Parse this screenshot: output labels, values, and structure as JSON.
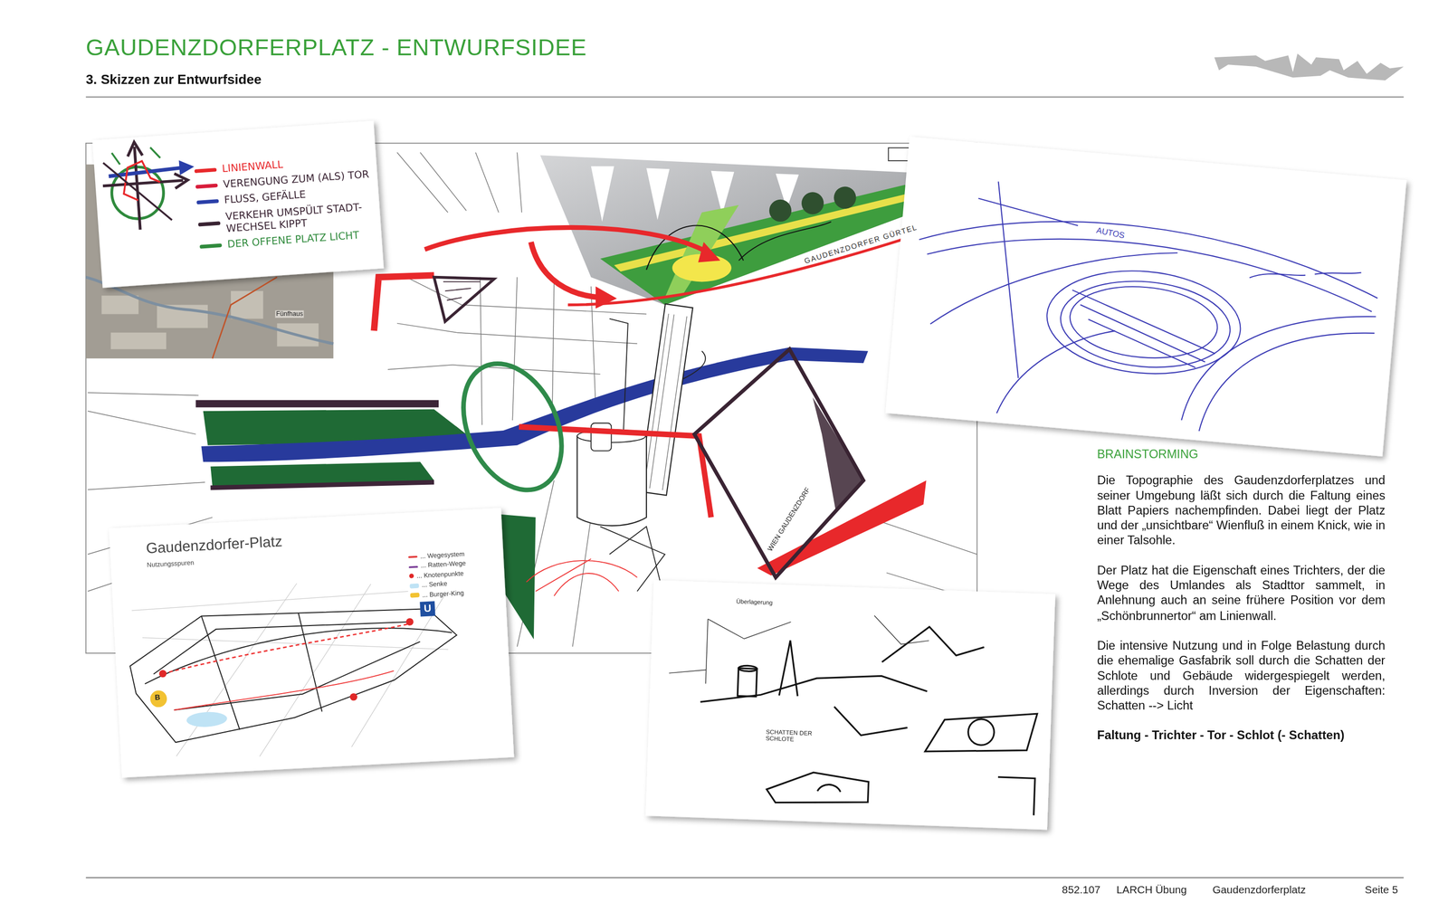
{
  "diagram": {
    "title": "GAUDENZDORFERPLATZ - ENTWURFSIDEE",
    "nodes": [
      {
        "text": [
          "Gaudenzdorfer-Platz",
          "Nutzungsspuren"
        ]
      }
    ],
    "labels": [
      "3. Skizzen zur Entwurfsidee",
      "BRAINSTORMING",
      "Die Topographie des Gaudenzdorferplatzes und seiner Umgebung läßt sich durch die Faltung eines Blatt Papiers nachempfinden. Dabei liegt der Platz und der „unsichtbare“ Wienfluß in einem Knick, wie in einer Talsohle.",
      "Der Platz hat die Eigenschaft eines Trichters, der die Wege des Umlandes als Stadttor sammelt, in Anlehnung auch an seine frühere Position vor dem „Schönbrunnertor“ am Linienwall.",
      "Die intensive Nutzung und in Folge Belastung durch die ehemalige Gasfabrik soll durch die Schatten der Schlote und Gebäude widergespiegelt werden, allerdings durch Inversion der Eigenschaften: Schatten --> Licht",
      "Faltung - Trichter - Tor - Schlot (- Schatten)",
      "852.107",
      "LARCH Übung",
      "Gaudenzdorferplatz",
      "Seite 5",
      "GAUDENZDORFER GÜRTEL",
      "WIEN GAUDENZDORF",
      "Fünfhaus",
      "AUTOS",
      "SCHATTEN DER SCHLOTE",
      "Überlagerung",
      "U",
      "B"
    ],
    "legend": [
      {
        "text": "LINIENWALL",
        "color": "#e8282b"
      },
      {
        "text": "VERENGUNG ZUM (ALS) TOR",
        "color": "#d81e3c"
      },
      {
        "text": "FLUSS, GEFÄLLE",
        "color": "#2a3fa8"
      },
      {
        "text": "VERKEHR UMSPÜLT STADT-WECHSEL KIPPT",
        "color": "#3a2433"
      },
      {
        "text": "DER OFFENE PLATZ LICHT",
        "color": "#2f8a3c"
      },
      {
        "text": "... Wegesystem",
        "color": "#e23a3a"
      },
      {
        "text": "... Ratten-Wege",
        "color": "#7b3f98"
      },
      {
        "text": "... Knotenpunkte",
        "color": "#e02828"
      },
      {
        "text": "... Senke",
        "color": "#bfe3f5"
      },
      {
        "text": "... Burger-King",
        "color": "#f2c232"
      }
    ]
  }
}
